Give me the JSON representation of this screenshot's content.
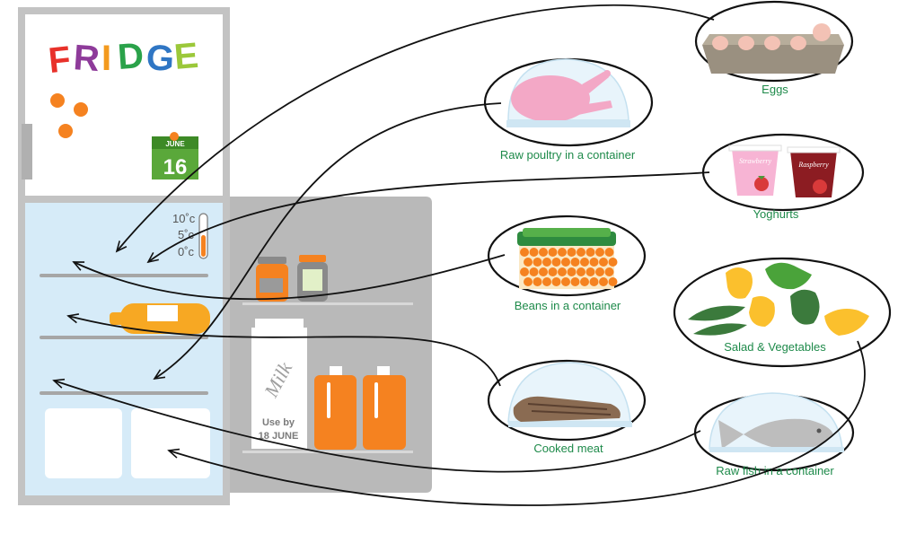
{
  "fridge": {
    "title_letters": [
      {
        "ch": "F",
        "color": "#e8312a"
      },
      {
        "ch": "R",
        "color": "#8e3b9a"
      },
      {
        "ch": "I",
        "color": "#f39a1e"
      },
      {
        "ch": "D",
        "color": "#2aa24a"
      },
      {
        "ch": "G",
        "color": "#2f76c4"
      },
      {
        "ch": "E",
        "color": "#9bc83a"
      }
    ],
    "calendar_month": "JUNE",
    "calendar_day": "16",
    "thermometer": [
      "10˚c",
      "5˚c",
      "0˚c"
    ],
    "milk_word": "Milk",
    "milk_use_by": "Use by",
    "milk_date": "18 JUNE"
  },
  "items": {
    "eggs": "Eggs",
    "raw_poultry": "Raw poultry in a container",
    "yoghurts": "Yoghurts",
    "yoghurt_flavours": [
      "Strawberry",
      "Raspberry"
    ],
    "beans": "Beans in a container",
    "salad": "Salad & Vegetables",
    "cooked_meat": "Cooked meat",
    "raw_fish": "Raw fish in a container"
  },
  "colors": {
    "label_text": "#1e8a4a",
    "fridge_body": "#c3c3c3",
    "fridge_interior": "#d6ebf8",
    "door_panel": "#b9b9b9",
    "orange": "#f58220",
    "arrow": "#111111"
  }
}
